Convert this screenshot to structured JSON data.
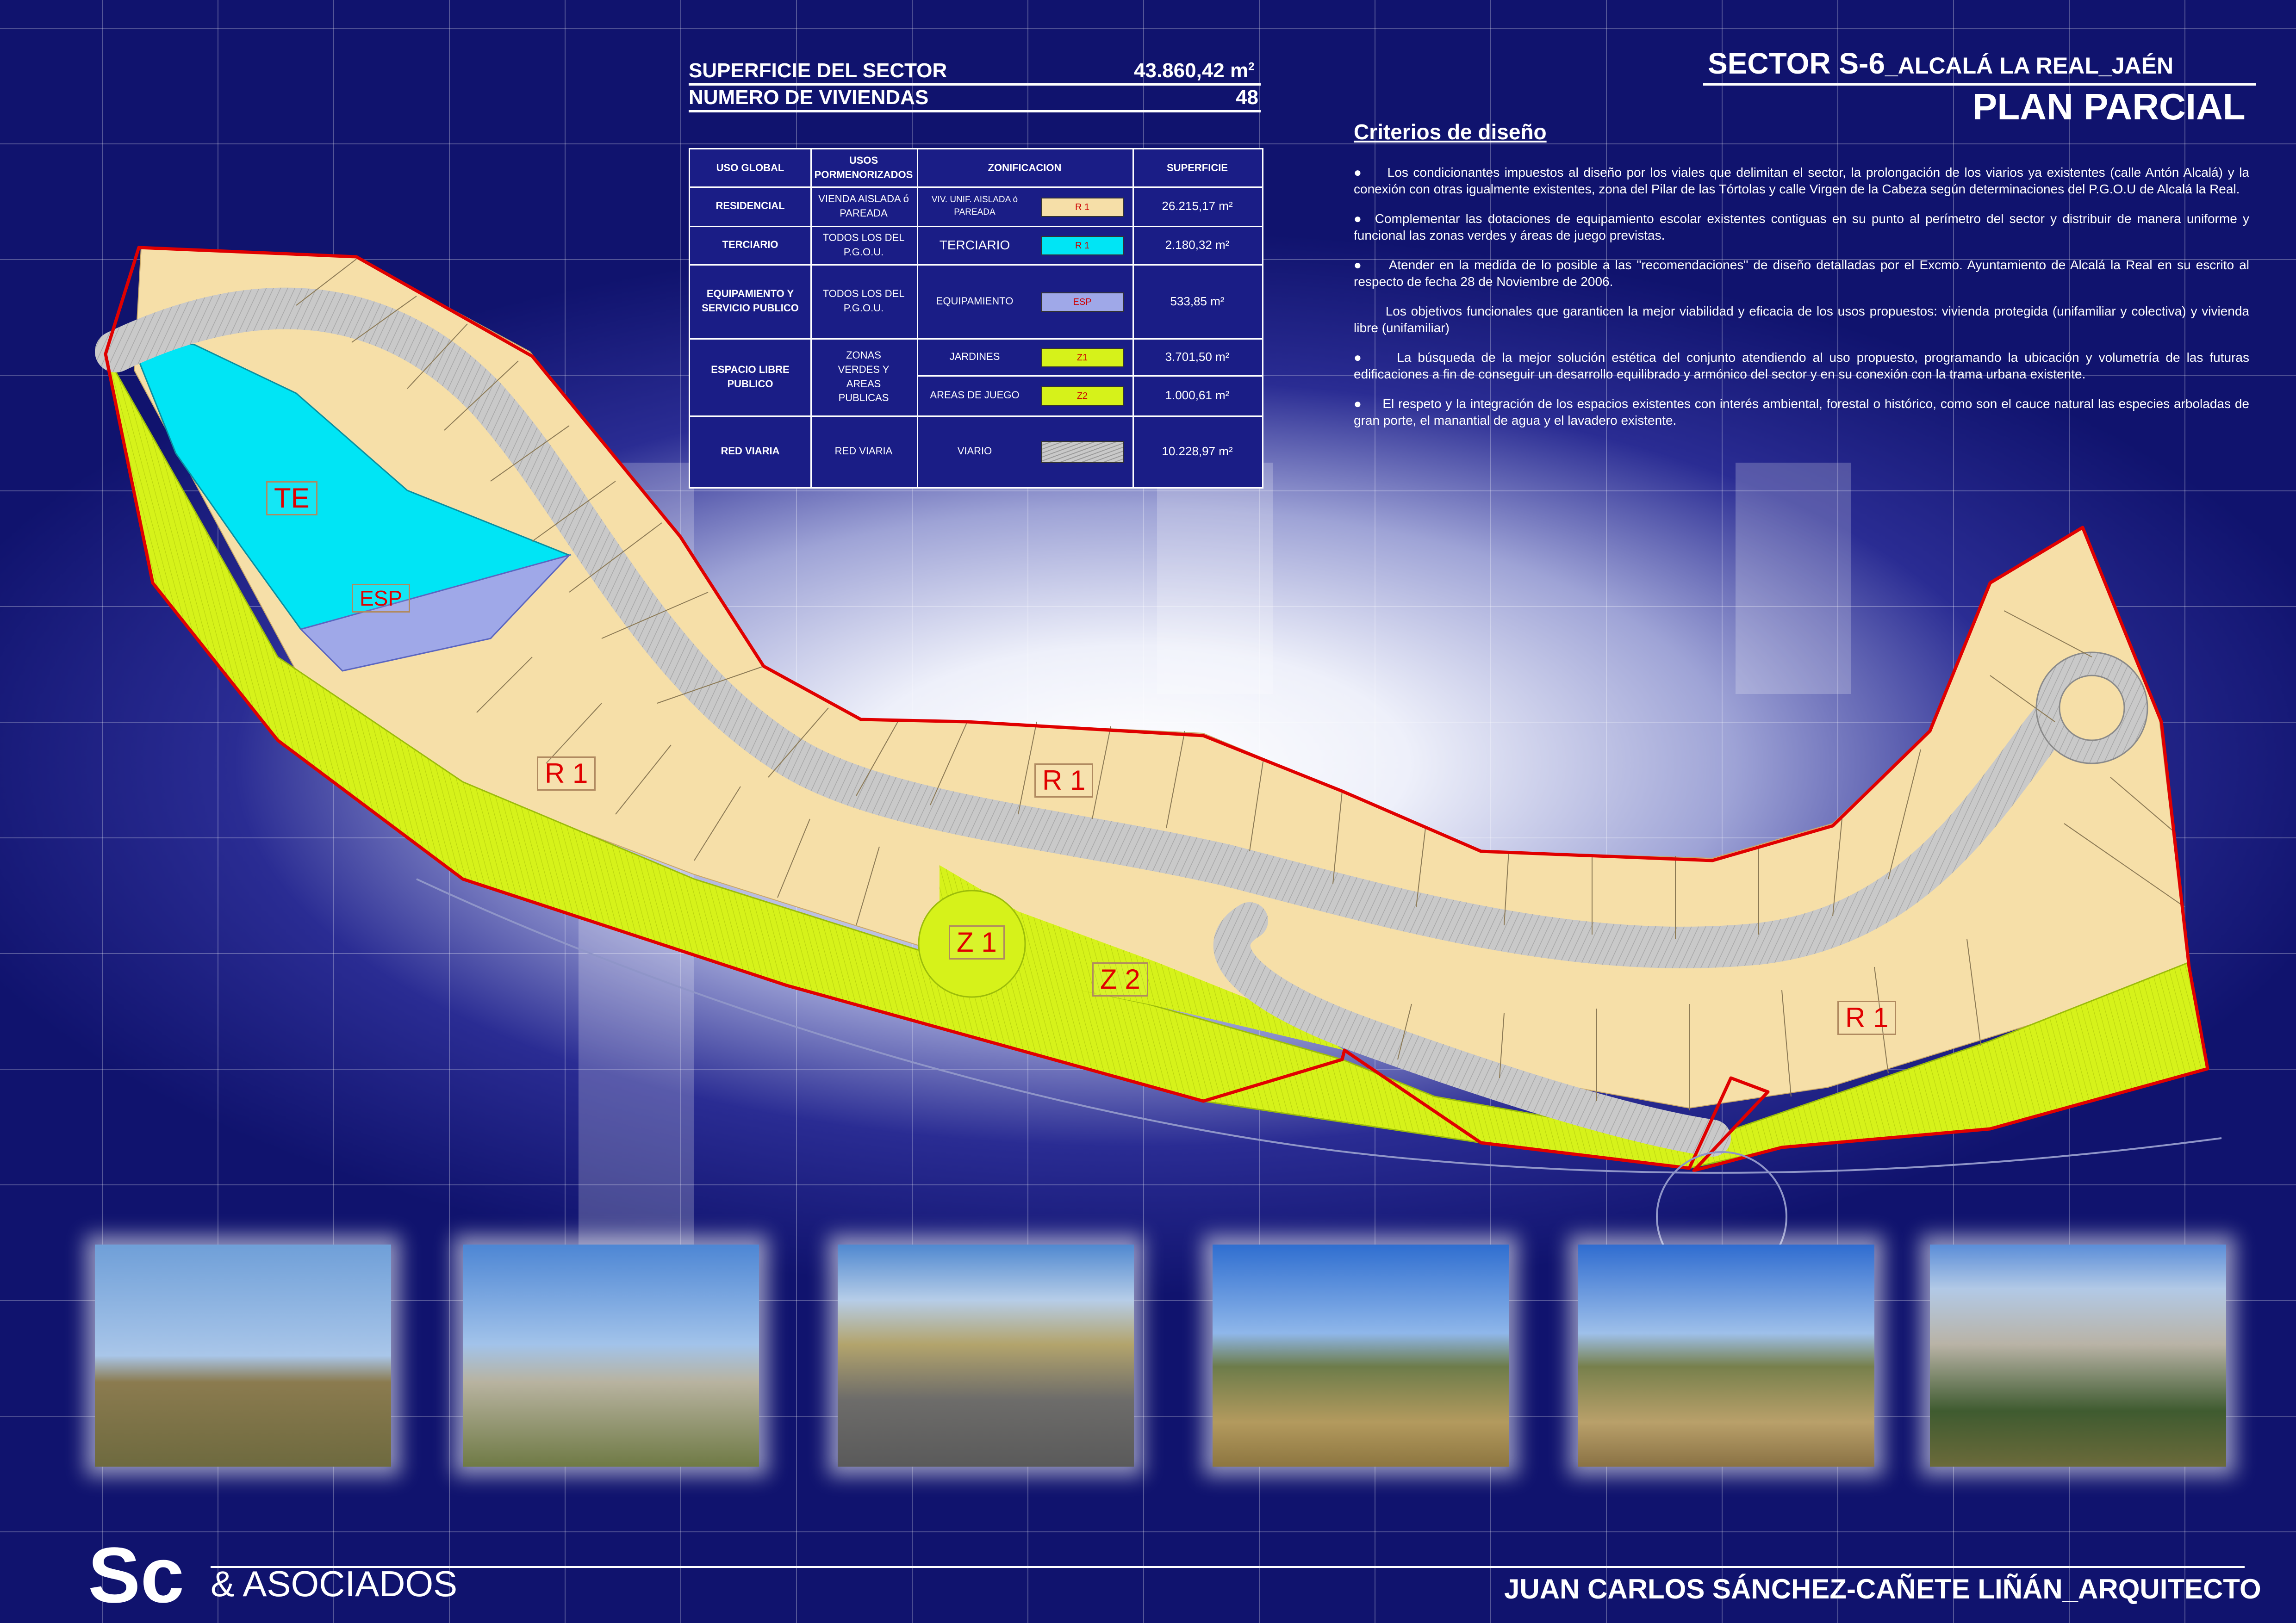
{
  "header": {
    "sector_area_label": "SUPERFICIE DEL SECTOR",
    "sector_area_value": "43.860,42 m",
    "sector_area_sup": "2",
    "dwellings_label": "NUMERO DE VIVIENDAS",
    "dwellings_value": "48",
    "title_main": "SECTOR S-6",
    "title_sub": "_ALCALÁ LA REAL_JAÉN",
    "title_plan": "PLAN PARCIAL"
  },
  "table": {
    "headers": [
      "USO GLOBAL",
      "USOS PORMENORIZADOS",
      "ZONIFICACION",
      "SUPERFICIE"
    ],
    "rows": [
      {
        "uso": "RESIDENCIAL",
        "pormenorizado": "VIENDA AISLADA ó PAREADA",
        "zonificacion": "VIV. UNIF. AISLADA ó PAREADA",
        "swatch": "R 1",
        "superficie": "26.215,17 m²"
      },
      {
        "uso": "TERCIARIO",
        "pormenorizado": "TODOS LOS DEL P.G.O.U.",
        "zonificacion": "TERCIARIO",
        "swatch": "R 1",
        "superficie": "2.180,32 m²"
      },
      {
        "uso": "EQUIPAMIENTO Y SERVICIO PUBLICO",
        "pormenorizado": "TODOS LOS DEL P.G.O.U.",
        "zonificacion": "EQUIPAMIENTO",
        "swatch": "ESP",
        "superficie": "533,85 m²"
      },
      {
        "uso": "ESPACIO LIBRE PUBLICO",
        "pormenorizado": "ZONAS VERDES Y AREAS PUBLICAS",
        "zonificacion": "JARDINES",
        "swatch": "Z1",
        "superficie": "3.701,50 m²"
      },
      {
        "uso": "",
        "pormenorizado": "",
        "zonificacion": "AREAS DE JUEGO",
        "swatch": "Z2",
        "superficie": "1.000,61 m²"
      },
      {
        "uso": "RED VIARIA",
        "pormenorizado": "RED VIARIA",
        "zonificacion": "VIARIO",
        "swatch": "",
        "superficie": "10.228,97 m²"
      }
    ]
  },
  "colors": {
    "residencial": "#f6dfa8",
    "terciario": "#00e5f5",
    "equipamiento": "#9fa8e8",
    "zonas_verdes": "#d6f21a",
    "viario": "#c9c9c9",
    "boundary": "#e00000",
    "background": "#10136e"
  },
  "criteria": {
    "title": "Criterios de diseño",
    "items": [
      "Los condicionantes impuestos al diseño por los viales que delimitan el sector, la prolongación de los viarios ya existentes (calle Antón Alcalá) y la conexión con otras igualmente existentes, zona del Pilar de las Tórtolas y calle Virgen de la Cabeza según determinaciones del P.G.O.U de Alcalá la Real.",
      "Complementar las dotaciones de equipamiento escolar existentes contiguas en su punto al perímetro del sector y distribuir de manera uniforme y funcional las zonas verdes y áreas de juego previstas.",
      "Atender en la medida de lo posible a las \"recomendaciones\" de diseño detalladas por el Excmo. Ayuntamiento de Alcalá la Real en su escrito al respecto de fecha 28 de Noviembre de 2006.",
      "Los objetivos funcionales que garanticen la mejor viabilidad y eficacia de los usos propuestos: vivienda protegida (unifamiliar y colectiva) y vivienda libre (unifamiliar)",
      "La búsqueda de la mejor solución estética del conjunto atendiendo al uso propuesto, programando la ubicación y volumetría de las futuras edificaciones a fin de conseguir un desarrollo equilibrado y armónico del sector y en su conexión con la trama urbana existente.",
      "El respeto y la integración de los espacios existentes con interés ambiental, forestal o histórico, como son el cauce natural las especies arboladas de gran porte, el manantial de agua y el lavadero existente."
    ]
  },
  "map_labels": {
    "te": "TE",
    "esp": "ESP",
    "r1_a": "R 1",
    "r1_b": "R 1",
    "r1_c": "R 1",
    "z1": "Z 1",
    "z2": "Z 2"
  },
  "footer": {
    "logo_sc": "Sc",
    "logo_rest": "& ASOCIADOS",
    "architect": "JUAN CARLOS SÁNCHEZ-CAÑETE LIÑÁN_ARQUITECTO"
  }
}
